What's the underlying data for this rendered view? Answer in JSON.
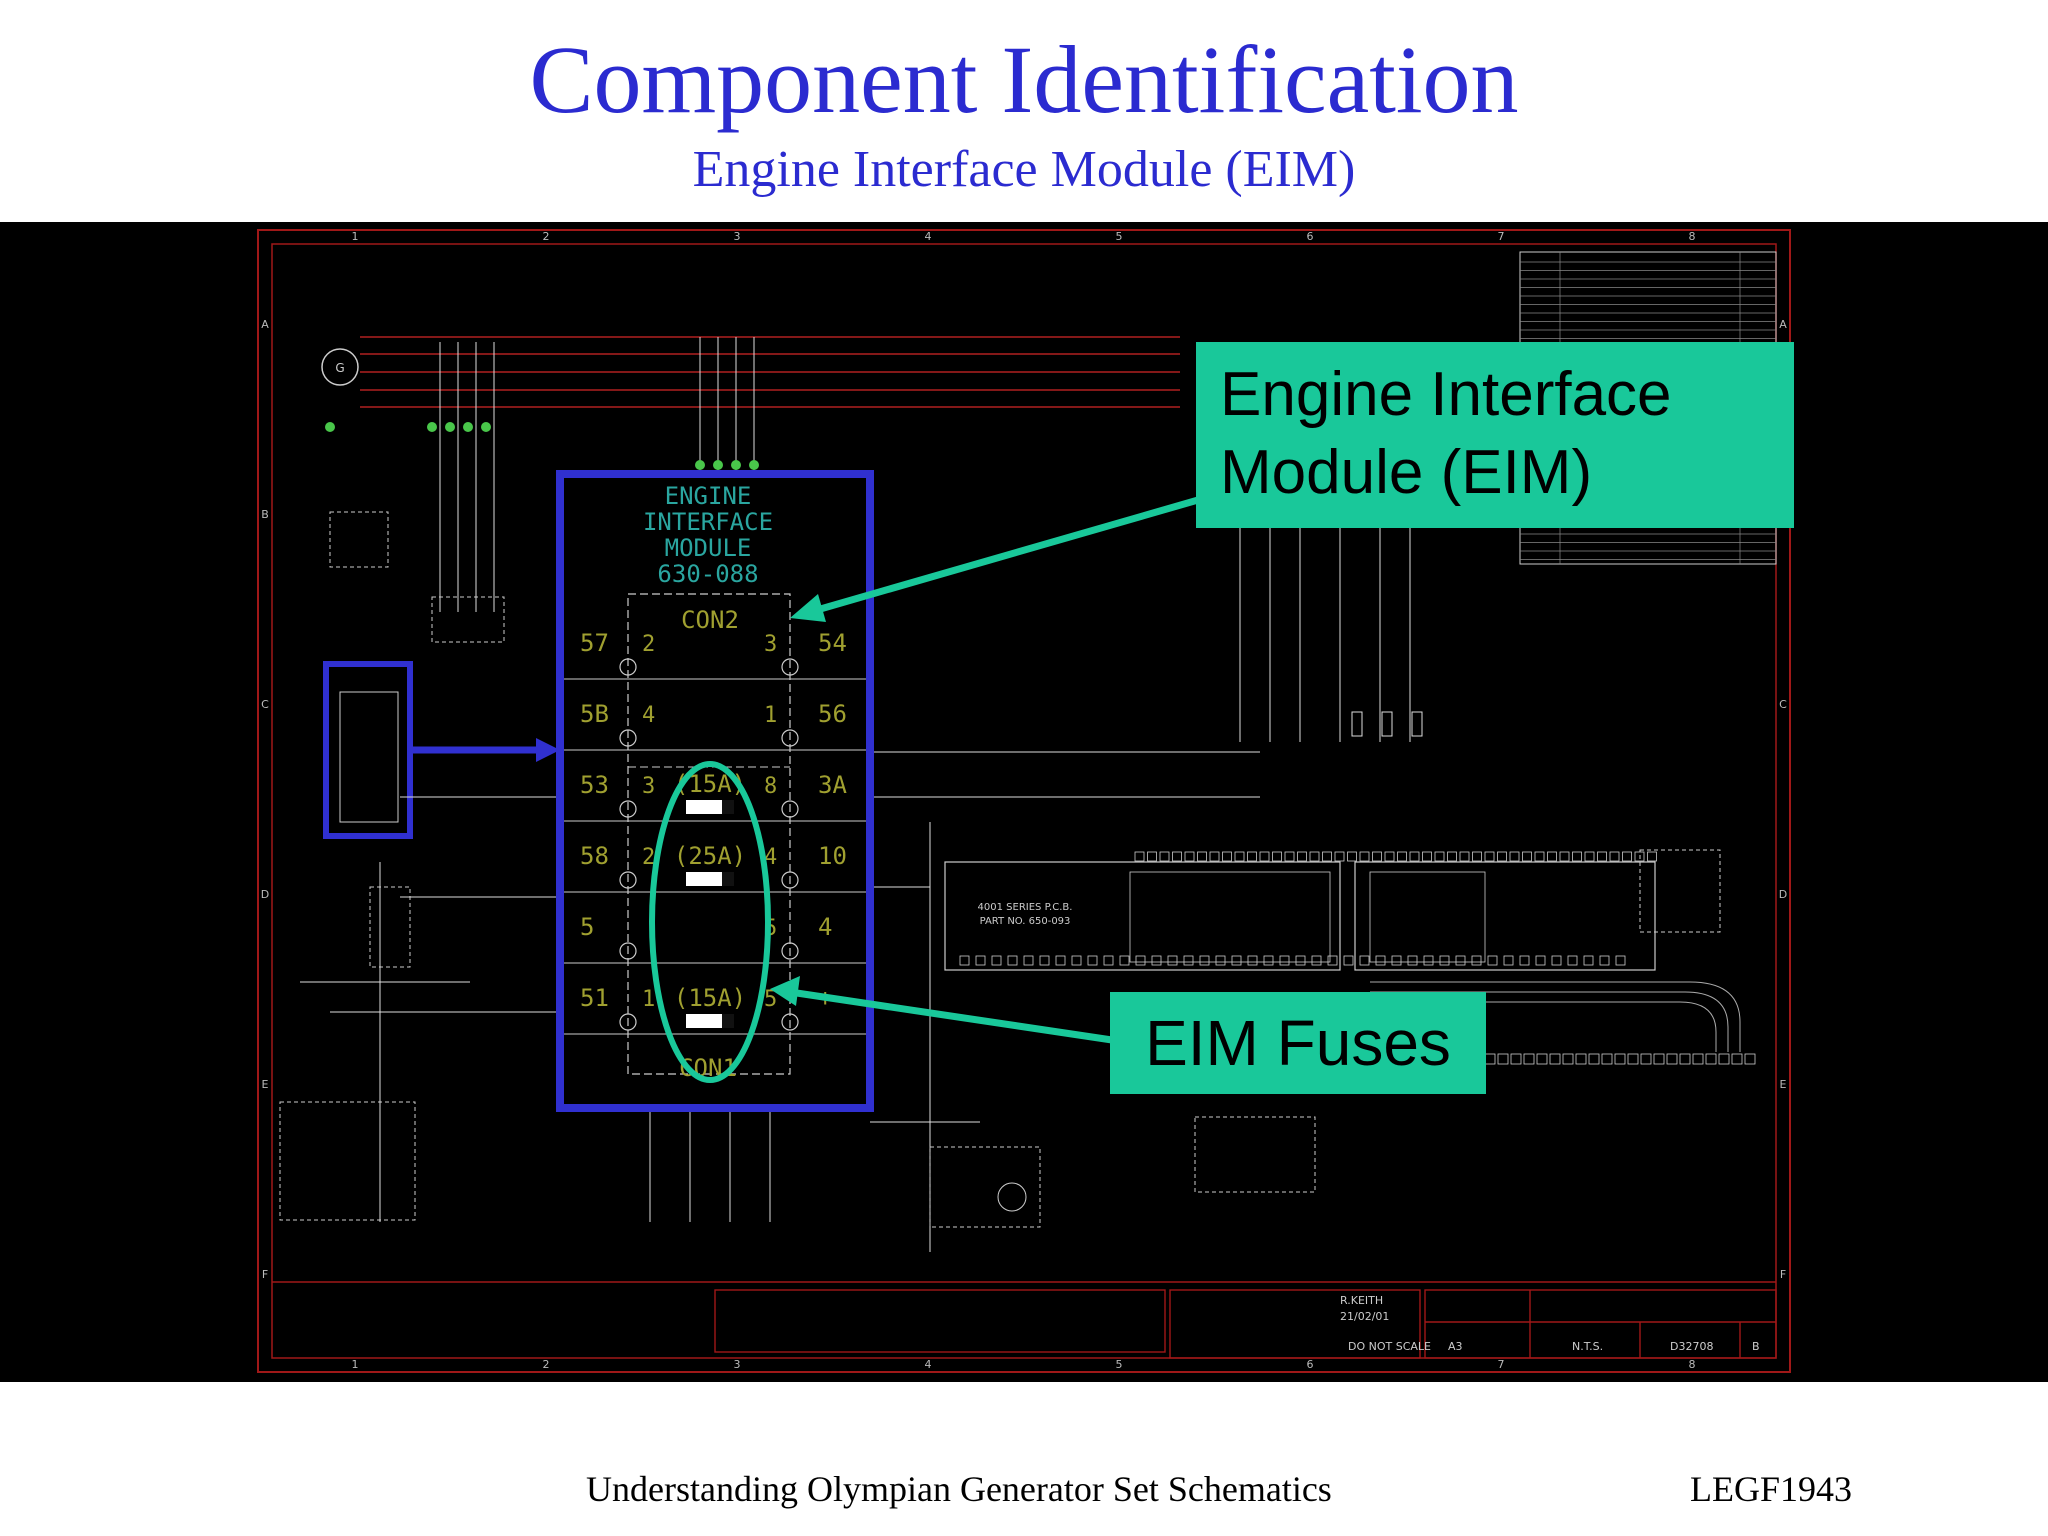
{
  "slide": {
    "title": "Component Identification",
    "subtitle": "Engine Interface Module (EIM)",
    "footer_text": "Understanding Olympian Generator Set Schematics",
    "footer_code": "LEGF1943"
  },
  "callouts": {
    "eim_line1": "Engine Interface",
    "eim_line2": "Module (EIM)",
    "fuses": "EIM Fuses"
  },
  "eim_module": {
    "line1": "ENGINE",
    "line2": "INTERFACE",
    "line3": "MODULE",
    "line4": "630-088",
    "con2": "CON2",
    "con1": "CON1",
    "pins_left": [
      "57",
      "5B",
      "53",
      "58",
      "5",
      "51"
    ],
    "pins_right": [
      "54",
      "56",
      "3A",
      "10",
      "4",
      "+"
    ],
    "inner_left": [
      "2",
      "4",
      "3",
      "2",
      "",
      "1"
    ],
    "inner_right": [
      "3",
      "1",
      "8",
      "4",
      "5",
      "5"
    ],
    "fuses": [
      "(15A)",
      "(25A)",
      "(15A)"
    ]
  },
  "pcb": {
    "label1": "4001 SERIES P.C.B.",
    "label2": "PART NO. 650-093"
  },
  "grid": {
    "columns": [
      "1",
      "2",
      "3",
      "4",
      "5",
      "6",
      "7",
      "8"
    ],
    "rows": [
      "A",
      "B",
      "C",
      "D",
      "E",
      "F"
    ]
  },
  "title_block": {
    "drawing_no": "D32708",
    "issue": "B",
    "size": "A3",
    "scale": "N.T.S.",
    "drawn_by": "R.KEITH",
    "date": "21/02/01",
    "do_not_scale": "DO NOT SCALE"
  },
  "colors": {
    "title": "#2b2bd0",
    "callout": "#19c89a",
    "module_outline": "#3030d0",
    "schematic_text": "#2aa6a0",
    "border_red": "#a01818"
  }
}
